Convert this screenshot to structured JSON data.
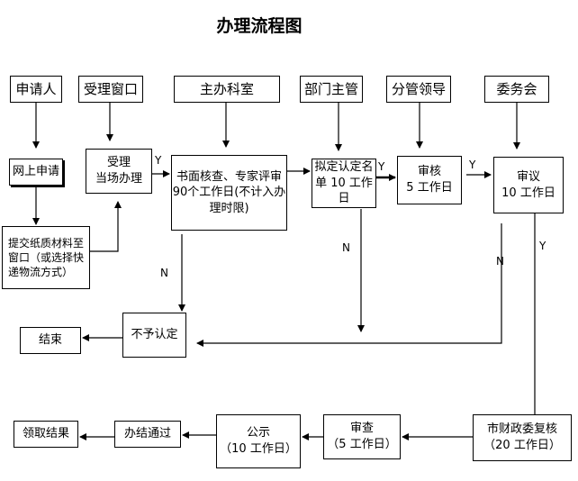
{
  "title": "办理流程图",
  "roles": {
    "applicant": "申请人",
    "window": "受理窗口",
    "office": "主办科室",
    "director": "部门主管",
    "leader": "分管领导",
    "committee": "委务会"
  },
  "steps": {
    "online_apply": "网上申请",
    "submit_material": "提交纸质材料至窗口（或选择快递物流方式）",
    "accept_line1": "受理",
    "accept_line2": "当场办理",
    "review_line1": "书面核查、专家评审",
    "review_line2": "90个工作日(不计入办理时限)",
    "draft_line1": "拟定认定名",
    "draft_line2": "单 10 工作日",
    "audit_line1": "审核",
    "audit_line2": "5 工作日",
    "deliberate_line1": "审议",
    "deliberate_line2": "10 工作日",
    "reject": "不予认定",
    "end": "结束",
    "finance_line1": "市财政委复核",
    "finance_line2": "（20 工作日）",
    "check_line1": "审查",
    "check_line2": "（5 工作日）",
    "publicize_line1": "公示",
    "publicize_line2": "（10 工作日）",
    "complete": "办结通过",
    "collect": "领取结果"
  },
  "labels": {
    "y1": "Y",
    "y2": "Y",
    "y3": "Y",
    "y4": "Y",
    "n1": "N",
    "n2": "N",
    "n3": "N"
  }
}
